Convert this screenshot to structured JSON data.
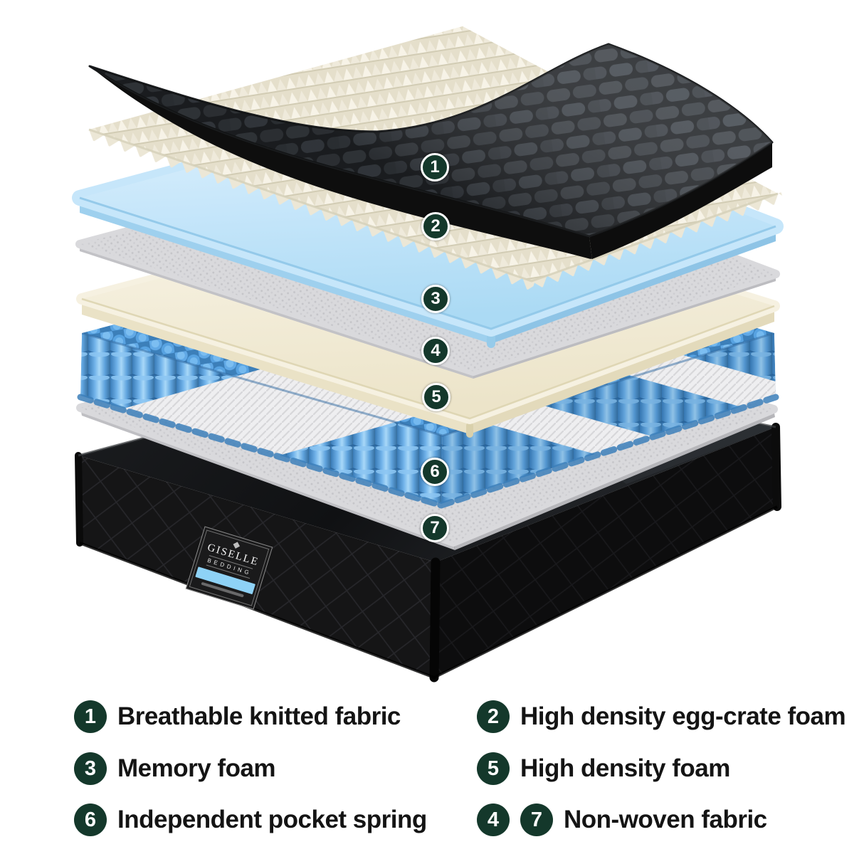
{
  "colors": {
    "badge_green": "#14382b",
    "cover_black": "#2c3034",
    "eggcrate_cream": "#efead9",
    "memory_blue": "#c6e6fa",
    "nonwoven_gray": "#d9d9dc",
    "foam_cream": "#f5f0dd",
    "spring_blue": "#5aa8e4",
    "base_black": "#151516"
  },
  "diagram": {
    "markers": [
      {
        "n": "1"
      },
      {
        "n": "2"
      },
      {
        "n": "3"
      },
      {
        "n": "4"
      },
      {
        "n": "5"
      },
      {
        "n": "6"
      },
      {
        "n": "7"
      }
    ],
    "layers": [
      {
        "marker": "1",
        "name": "Breathable knitted fabric",
        "color": "#2c3034"
      },
      {
        "marker": "2",
        "name": "High density egg-crate foam",
        "color": "#efead9"
      },
      {
        "marker": "3",
        "name": "Memory foam",
        "color": "#c6e6fa"
      },
      {
        "marker": "4",
        "name": "Non-woven fabric",
        "color": "#d9d9dc"
      },
      {
        "marker": "5",
        "name": "High density foam",
        "color": "#f5f0dd"
      },
      {
        "marker": "6",
        "name": "Independent pocket spring",
        "color": "#5aa8e4"
      },
      {
        "marker": "7",
        "name": "Non-woven fabric",
        "color": "#d9d9dc"
      }
    ],
    "base_label": {
      "brand": "GISELLE",
      "sub": "BEDDING"
    }
  },
  "legend": {
    "left": [
      {
        "num": "1",
        "label": "Breathable knitted fabric"
      },
      {
        "num": "3",
        "label": "Memory foam"
      },
      {
        "num": "6",
        "label": "Independent pocket spring"
      }
    ],
    "right": [
      {
        "num": "2",
        "label": "High density egg-crate foam"
      },
      {
        "num": "5",
        "label": "High density foam"
      },
      {
        "num": "4",
        "num2": "7",
        "label": "Non-woven fabric"
      }
    ]
  }
}
